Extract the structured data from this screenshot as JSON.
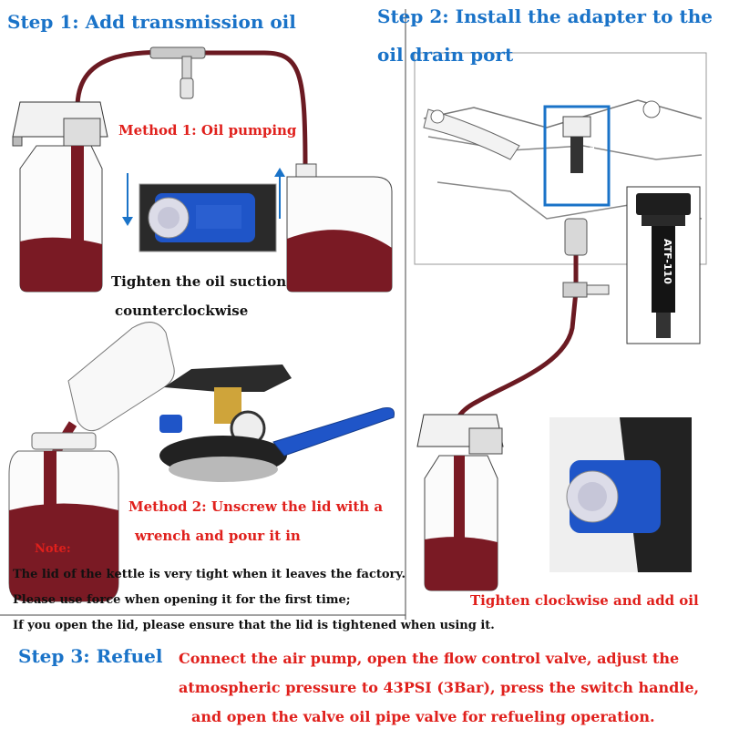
{
  "step1": {
    "title": "Step 1: Add transmission oil"
  },
  "step2": {
    "title_line1": "Step 2: Install the adapter to the",
    "title_line2": "oil drain port"
  },
  "method1": {
    "label": "Method 1: Oil pumping",
    "caption_line1": "Tighten the oil suction",
    "caption_line2": "counterclockwise"
  },
  "method2": {
    "label_line1": "Method 2: Unscrew the lid with a",
    "label_line2": "wrench and pour it in"
  },
  "note": {
    "title": "Note:",
    "lines": [
      "The lid of the kettle is very tight when it leaves the factory.",
      "Please use force when opening it for the first time;",
      "If you open the lid, please ensure that the lid is tightened when using it."
    ]
  },
  "step2_caption": "Tighten clockwise and add oil",
  "adapter": {
    "label": "ATF-110"
  },
  "step3": {
    "title": "Step 3: Refuel",
    "lines": [
      "Connect the air pump, open the flow control valve, adjust the",
      "atmospheric pressure to 43PSI (3Bar), press the switch handle,",
      "and open the valve oil pipe valve for refueling operation."
    ]
  },
  "colors": {
    "step_blue": "#1a73c8",
    "accent_red": "#e0201c",
    "oil": "#7a1a24",
    "tool_blue": "#1f55c8"
  }
}
